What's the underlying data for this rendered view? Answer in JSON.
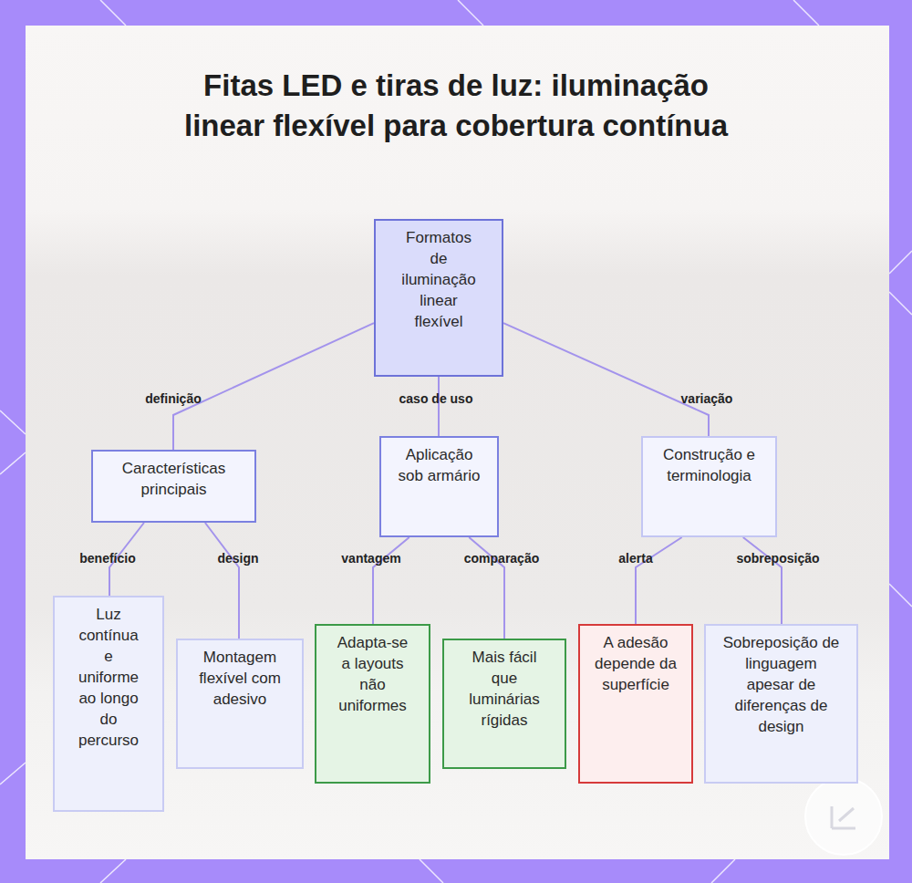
{
  "diagram": {
    "title": "Fitas LED e tiras de luz: iluminação linear flexível para cobertura contínua",
    "nodes": [
      {
        "text": [
          "Formatos de iluminação linear flexível"
        ]
      },
      {
        "text": [
          "Características principais"
        ]
      },
      {
        "text": [
          "Aplicação sob armário"
        ]
      },
      {
        "text": [
          "Construção e terminologia"
        ]
      },
      {
        "text": [
          "Luz contínua e uniforme ao longo do percurso"
        ]
      },
      {
        "text": [
          "Montagem flexível com adesivo"
        ]
      },
      {
        "text": [
          "Adapta-se a layouts não uniformes"
        ]
      },
      {
        "text": [
          "Mais fácil que luminárias rígidas"
        ]
      },
      {
        "text": [
          "A adesão depende da superfície"
        ]
      },
      {
        "text": [
          "Sobreposição de linguagem apesar de diferenças de design"
        ]
      }
    ],
    "edges": [
      {
        "from": 0,
        "to": 1,
        "label": "definição",
        "arrow": "none"
      },
      {
        "from": 0,
        "to": 2,
        "label": "caso de uso",
        "arrow": "none"
      },
      {
        "from": 0,
        "to": 3,
        "label": "variação",
        "arrow": "none"
      },
      {
        "from": 1,
        "to": 4,
        "label": "benefício",
        "arrow": "none"
      },
      {
        "from": 1,
        "to": 5,
        "label": "design",
        "arrow": "none"
      },
      {
        "from": 2,
        "to": 6,
        "label": "vantagem",
        "arrow": "none"
      },
      {
        "from": 2,
        "to": 7,
        "label": "comparação",
        "arrow": "none"
      },
      {
        "from": 3,
        "to": 8,
        "label": "alerta",
        "arrow": "none"
      },
      {
        "from": 3,
        "to": 9,
        "label": "sobreposição",
        "arrow": "none"
      }
    ]
  }
}
